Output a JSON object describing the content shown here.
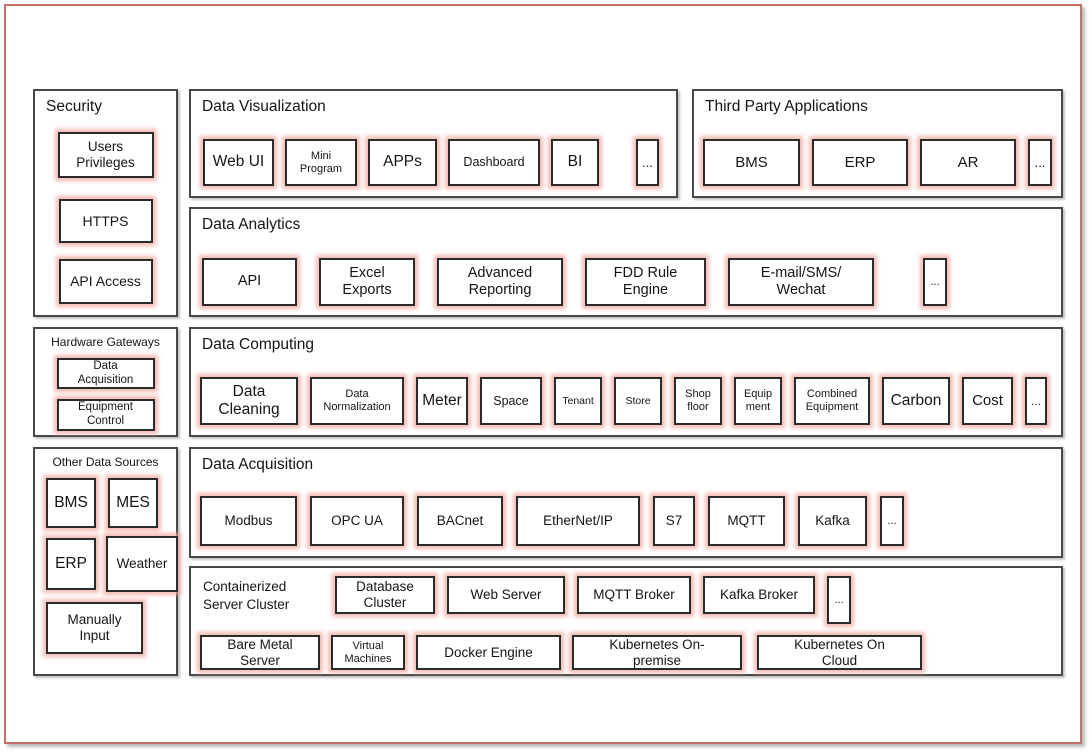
{
  "colors": {
    "frame_border": "#c4716d",
    "panel_border": "#484848",
    "box_border": "#2b2b2b",
    "box_glow": "#f0aaa0"
  },
  "panels": {
    "security": {
      "title": "Security",
      "items": [
        "Users Privileges",
        "HTTPS",
        "API Access"
      ]
    },
    "data_visualization": {
      "title": "Data Visualization",
      "items": [
        "Web UI",
        "Mini Program",
        "APPs",
        "Dashboard",
        "BI",
        "..."
      ]
    },
    "third_party": {
      "title": "Third Party Applications",
      "items": [
        "BMS",
        "ERP",
        "AR",
        "..."
      ]
    },
    "data_analytics": {
      "title": "Data Analytics",
      "items": [
        "API",
        "Excel Exports",
        "Advanced Reporting",
        "FDD Rule Engine",
        "E-mail/SMS/ Wechat",
        "..."
      ]
    },
    "hardware_gateways": {
      "title": "Hardware Gateways",
      "items": [
        "Data Acquisition",
        "Equipment Control"
      ]
    },
    "data_computing": {
      "title": "Data Computing",
      "items": [
        "Data Cleaning",
        "Data Normalization",
        "Meter",
        "Space",
        "Tenant",
        "Store",
        "Shop floor",
        "Equip ment",
        "Combined Equipment",
        "Carbon",
        "Cost",
        "..."
      ]
    },
    "other_data_sources": {
      "title": "Other Data Sources",
      "items": [
        "BMS",
        "MES",
        "ERP",
        "Weather",
        "Manually Input"
      ]
    },
    "data_acquisition": {
      "title": "Data Acquisition",
      "items": [
        "Modbus",
        "OPC UA",
        "BACnet",
        "EtherNet/IP",
        "S7",
        "MQTT",
        "Kafka",
        "..."
      ]
    },
    "server_cluster": {
      "title": "Containerized Server Cluster",
      "row1": [
        "Database Cluster",
        "Web Server",
        "MQTT Broker",
        "Kafka Broker",
        "..."
      ],
      "row2": [
        "Bare Metal Server",
        "Virtual Machines",
        "Docker Engine",
        "Kubernetes On-premise",
        "Kubernetes On Cloud"
      ]
    }
  }
}
